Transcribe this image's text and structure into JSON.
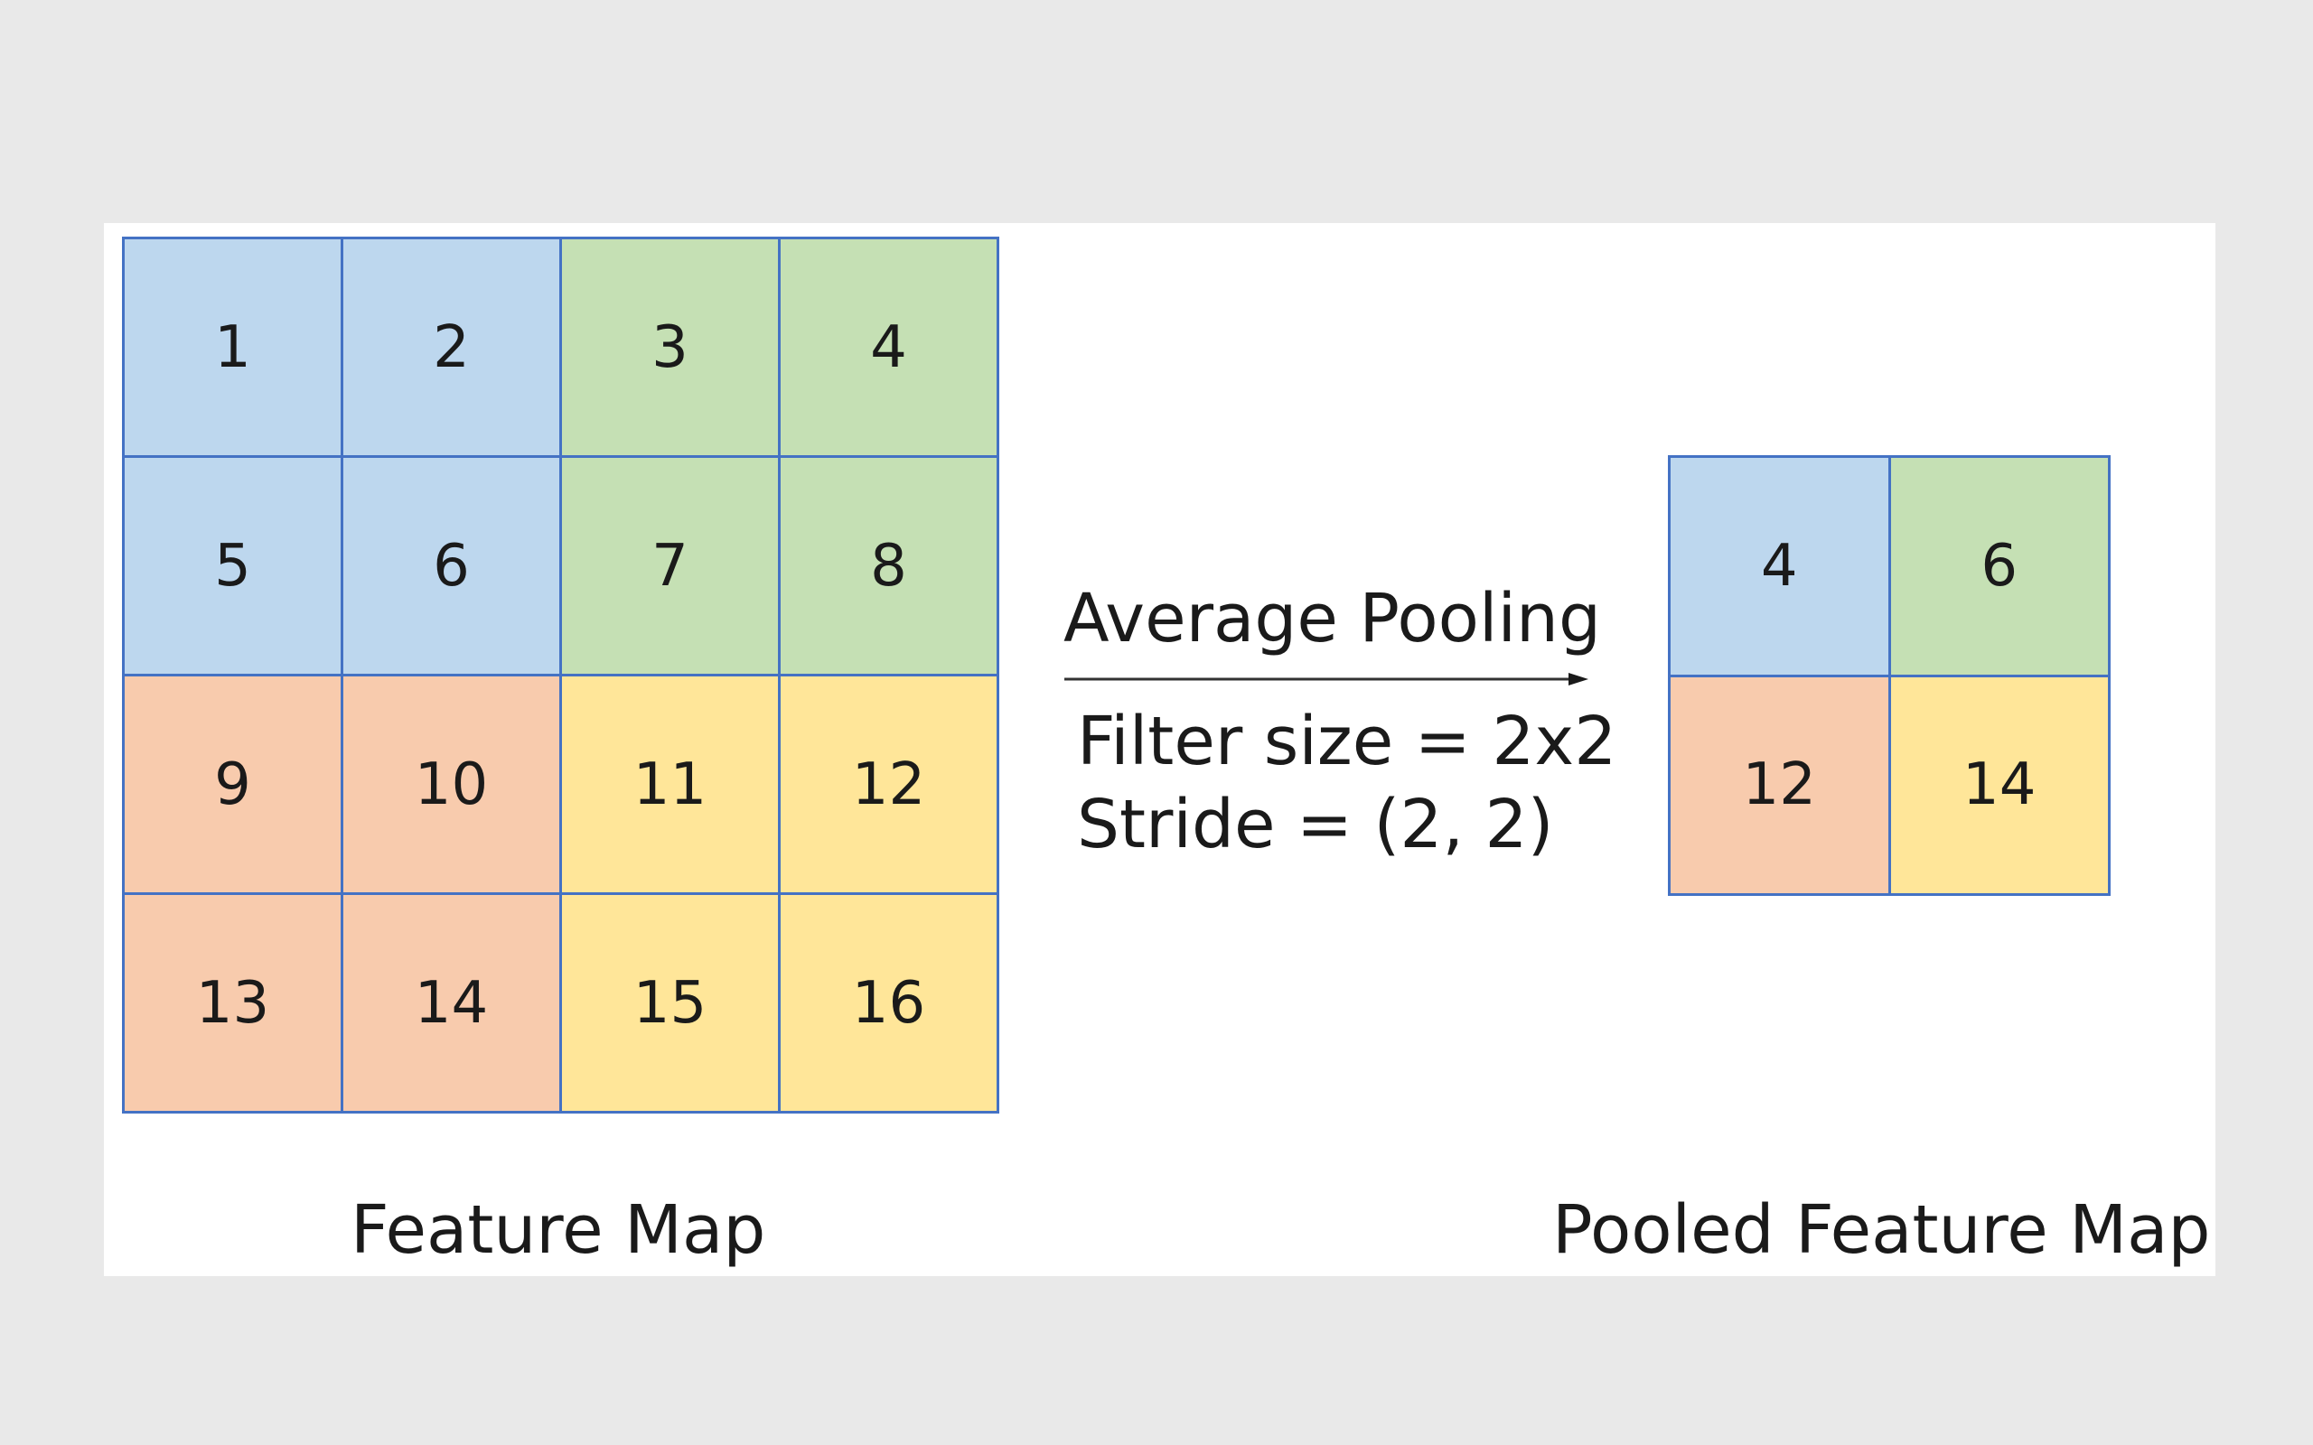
{
  "feature_map": {
    "label": "Feature Map",
    "cells": [
      {
        "value": "1",
        "color": "#bdd7ee"
      },
      {
        "value": "2",
        "color": "#bdd7ee"
      },
      {
        "value": "3",
        "color": "#c5e0b4"
      },
      {
        "value": "4",
        "color": "#c5e0b4"
      },
      {
        "value": "5",
        "color": "#bdd7ee"
      },
      {
        "value": "6",
        "color": "#bdd7ee"
      },
      {
        "value": "7",
        "color": "#c5e0b4"
      },
      {
        "value": "8",
        "color": "#c5e0b4"
      },
      {
        "value": "9",
        "color": "#f8cbad"
      },
      {
        "value": "10",
        "color": "#f8cbad"
      },
      {
        "value": "11",
        "color": "#ffe699"
      },
      {
        "value": "12",
        "color": "#ffe699"
      },
      {
        "value": "13",
        "color": "#f8cbad"
      },
      {
        "value": "14",
        "color": "#f8cbad"
      },
      {
        "value": "15",
        "color": "#ffe699"
      },
      {
        "value": "16",
        "color": "#ffe699"
      }
    ]
  },
  "operation": {
    "name": "Average Pooling",
    "filter_size": "Filter size = 2x2",
    "stride": "Stride = (2, 2)"
  },
  "pooled_map": {
    "label": "Pooled Feature Map",
    "cells": [
      {
        "value": "4",
        "color": "#bdd7ee"
      },
      {
        "value": "6",
        "color": "#c5e0b4"
      },
      {
        "value": "12",
        "color": "#f8cbad"
      },
      {
        "value": "14",
        "color": "#ffe699"
      }
    ]
  },
  "colors": {
    "grid_border": "#4472c4",
    "background": "#e9e9e9",
    "panel": "#ffffff"
  }
}
